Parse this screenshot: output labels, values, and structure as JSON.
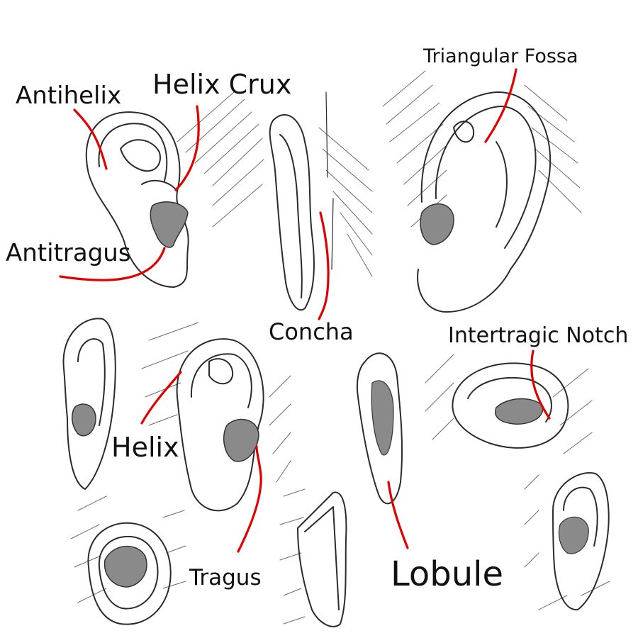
{
  "labels": {
    "antihelix": "Antihelix",
    "helix_crux": "Helix Crux",
    "triangular_fossa": "Triangular Fossa",
    "antitragus": "Antitragus",
    "concha": "Concha",
    "intertragic_notch": "Intertragic Notch",
    "helix": "Helix",
    "tragus": "Tragus",
    "lobule": "Lobule"
  },
  "colors": {
    "leader_line": "#e00000",
    "sketch_line": "#2b2b2b",
    "text": "#111111",
    "background": "#ffffff"
  }
}
